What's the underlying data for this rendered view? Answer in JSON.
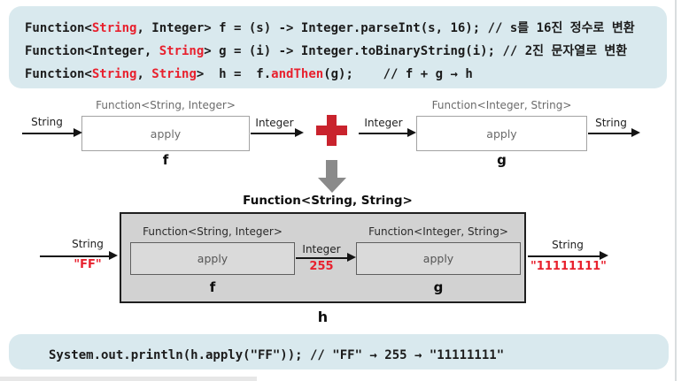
{
  "colors": {
    "code_bg": "#d9e9ee",
    "accent_red": "#e8212e",
    "plus_red": "#c9232d",
    "arrow_gray": "#8a8a8a",
    "bigbox_gray": "#d2d2d2"
  },
  "code_top": {
    "line1_p1": "Function<",
    "line1_red": "String",
    "line1_p2": ", Integer> f = (s) -> Integer.parseInt(s, 16); // s를 16진 정수로 변환",
    "line2_p1": "Function<Integer, ",
    "line2_red": "String",
    "line2_p2": "> g = (i) -> Integer.toBinaryString(i); // 2진 문자열로 변환",
    "line3_p1": "Function<",
    "line3_red1": "String",
    "line3_p2": ", ",
    "line3_red2": "String",
    "line3_p3": ">  h =  f.",
    "line3_red3": "andThen",
    "line3_p4": "(g);    // f + g → h"
  },
  "top_diagram": {
    "f_title": "Function<String, Integer>",
    "f_apply": "apply",
    "f_in": "String",
    "f_out": "Integer",
    "f_name": "f",
    "g_title": "Function<Integer, String>",
    "g_apply": "apply",
    "g_in": "Integer",
    "g_out": "String",
    "g_name": "g"
  },
  "bottom_diagram": {
    "title": "Function<String, String>",
    "in_label": "String",
    "in_value": "\"FF\"",
    "f_title": "Function<String, Integer>",
    "f_apply": "apply",
    "f_name": "f",
    "mid_label": "Integer",
    "mid_value": "255",
    "g_title": "Function<Integer, String>",
    "g_apply": "apply",
    "g_name": "g",
    "out_label": "String",
    "out_value": "\"11111111\"",
    "h_name": "h"
  },
  "code_bottom": {
    "text": "System.out.println(h.apply(\"FF\")); // \"FF\" → 255 → \"11111111\""
  }
}
